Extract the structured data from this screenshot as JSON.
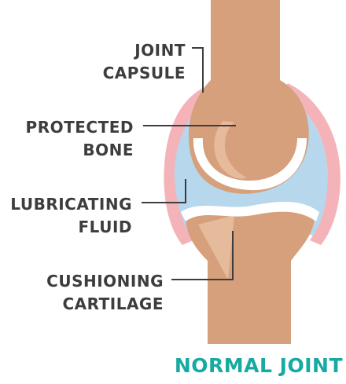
{
  "labels": {
    "joint_capsule": [
      "JOINT",
      "CAPSULE"
    ],
    "protected_bone": [
      "PROTECTED",
      "BONE"
    ],
    "lubricating_fluid": [
      "LUBRICATING",
      "FLUID"
    ],
    "cushioning_cartilage": [
      "CUSHIONING",
      "CARTILAGE"
    ]
  },
  "caption": "NORMAL JOINT",
  "colors": {
    "bone": "#d6a07c",
    "bone_highlight": "#e6bb9c",
    "capsule": "#f4b3b9",
    "fluid": "#b6d7ec",
    "cartilage": "#ffffff",
    "label_text": "#3d3d3d",
    "leader_line": "#3d3d3d",
    "caption": "#16aaa2"
  }
}
